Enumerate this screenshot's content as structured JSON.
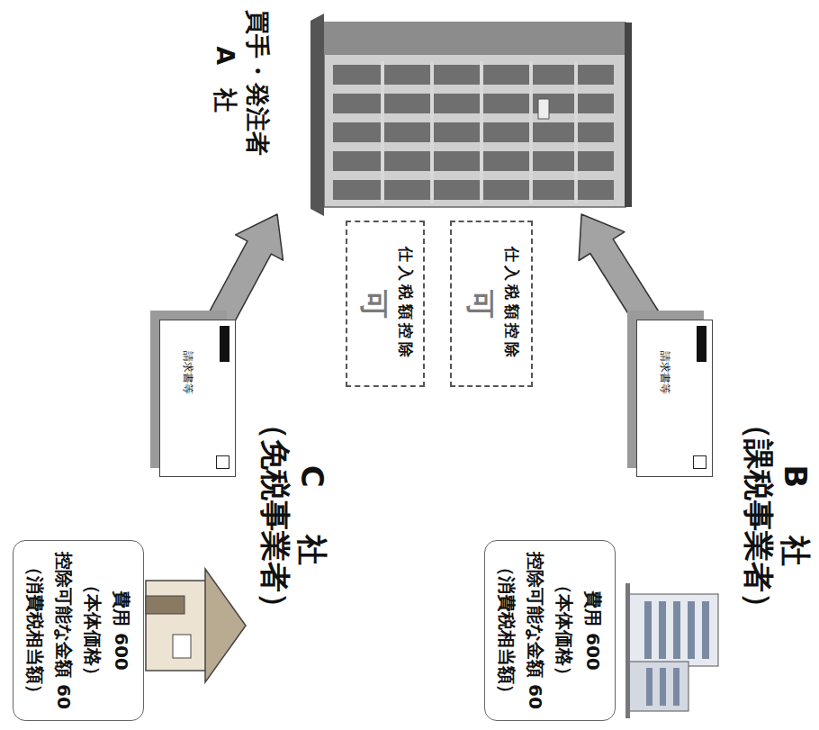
{
  "diagram": {
    "nodes": [
      {
        "text": [
          "買手・発注者",
          "A 社"
        ]
      },
      {
        "text": [
          "仕入税額控除",
          "可"
        ]
      },
      {
        "text": [
          "仕入税額控除",
          "可"
        ]
      },
      {
        "text": [
          "B 社",
          "（課税事業者）"
        ]
      },
      {
        "text": [
          "請求書等"
        ]
      },
      {
        "text": [
          "費用 600",
          "（本体価格）",
          "控除可能な金額 60",
          "（消費税相当額）"
        ]
      },
      {
        "text": [
          "C 社",
          "（免税事業者）"
        ]
      },
      {
        "text": [
          "請求書等"
        ]
      },
      {
        "text": [
          "費用 600",
          "（本体価格）",
          "控除可能な金額 60",
          "（消費税相当額）"
        ]
      }
    ],
    "edges": [
      {
        "from": 4,
        "to": 0,
        "arrow": "to"
      },
      {
        "from": 7,
        "to": 0,
        "arrow": "to"
      }
    ]
  }
}
